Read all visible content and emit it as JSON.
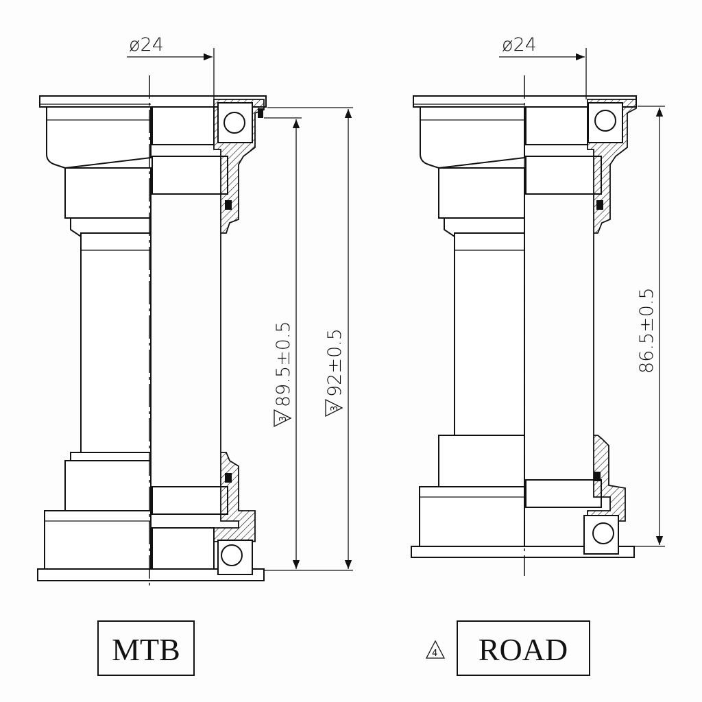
{
  "left_view": {
    "diameter_label": "ø24",
    "dim_inner": "89.5±0.5",
    "dim_outer": "92±0.5",
    "dim_revision_mark": "3",
    "title": "MTB"
  },
  "right_view": {
    "diameter_label": "ø24",
    "dim_height": "86.5±0.5",
    "revision_mark": "4",
    "title": "ROAD"
  }
}
